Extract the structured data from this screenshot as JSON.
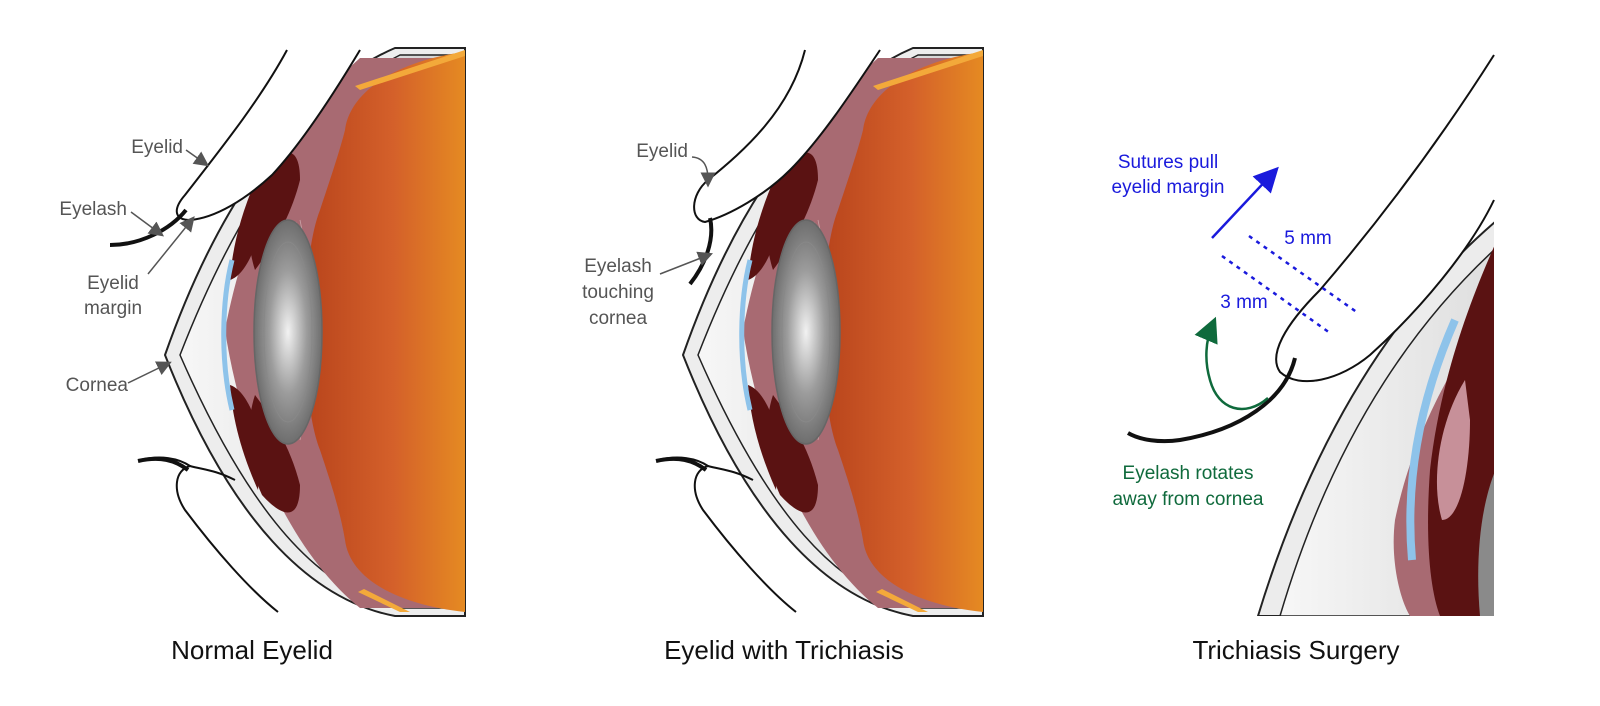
{
  "panels": [
    {
      "caption": "Normal Eyelid",
      "labels": {
        "eyelid": "Eyelid",
        "eyelash": "Eyelash",
        "margin_1": "Eyelid",
        "margin_2": "margin",
        "cornea": "Cornea"
      }
    },
    {
      "caption": "Eyelid with Trichiasis",
      "labels": {
        "eyelid": "Eyelid",
        "touch_1": "Eyelash",
        "touch_2": "touching",
        "touch_3": "cornea"
      }
    },
    {
      "caption": "Trichiasis Surgery",
      "labels": {
        "sutures_1": "Sutures pull",
        "sutures_2": "eyelid margin",
        "mm5": "5 mm",
        "mm3": "3 mm",
        "rotate_1": "Eyelash rotates",
        "rotate_2": "away from cornea"
      }
    }
  ],
  "colors": {
    "sutures": "#1a1adc",
    "rotation": "#0f6a3c",
    "retina": "#d2562c",
    "choroid": "#a86a72",
    "lens": "#9a9a9a"
  }
}
